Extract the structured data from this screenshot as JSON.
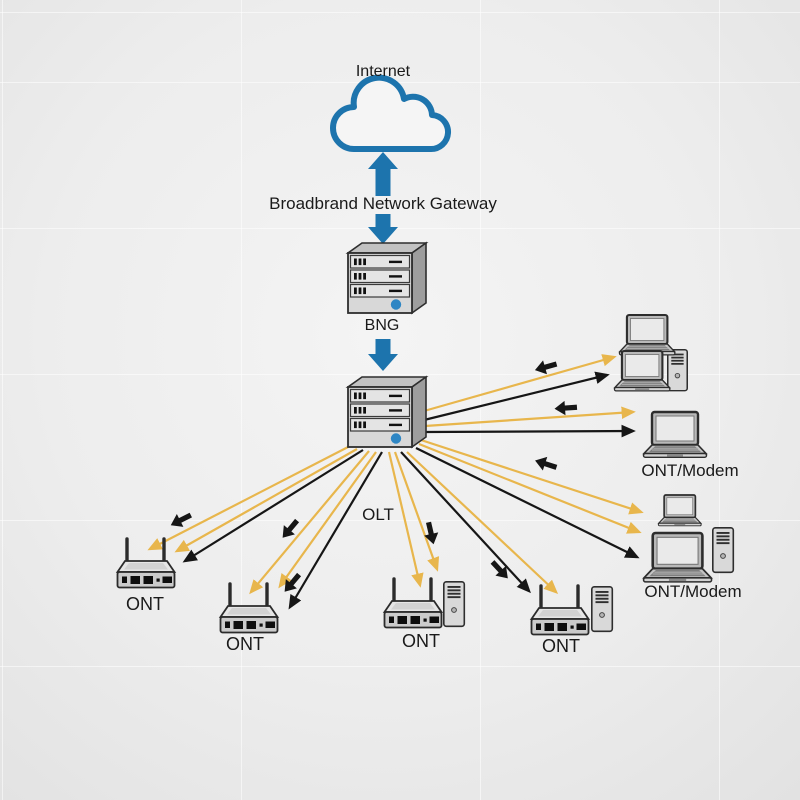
{
  "diagram": {
    "internet_label": "Internet",
    "gateway_label": "Broadbrand Network Gateway",
    "bng_label": "BNG",
    "olt_label": "OLT",
    "ont_labels": [
      "ONT",
      "ONT",
      "ONT",
      "ONT"
    ],
    "ont_modem_labels": [
      "ONT/Modem",
      "ONT/Modem"
    ]
  },
  "colors": {
    "blue": "#1d74ad",
    "blue_dot": "#2e86c4",
    "gold": "#e8b64c",
    "black": "#161616",
    "background": "#ebebeb"
  },
  "icons": {
    "internet": "cloud-icon",
    "bng": "server-icon",
    "olt": "server-icon",
    "ont": "wireless-router-icon",
    "client_pc": "tower-pc-icon",
    "client_laptop": "laptop-icon",
    "flow": "flow-arrow-icon",
    "direction": "direction-arrow-icon"
  },
  "connections": {
    "gold_links": [
      [
        424,
        411,
        614,
        357
      ],
      [
        425,
        426,
        633,
        412
      ],
      [
        421,
        440,
        641,
        512
      ],
      [
        419,
        444,
        639,
        532
      ],
      [
        350,
        446,
        150,
        549
      ],
      [
        357,
        449,
        177,
        551
      ],
      [
        369,
        451,
        251,
        592
      ],
      [
        376,
        452,
        280,
        586
      ],
      [
        389,
        452,
        420,
        585
      ],
      [
        395,
        452,
        437,
        569
      ],
      [
        407,
        452,
        556,
        592
      ]
    ],
    "black_links": [
      [
        424,
        420,
        607,
        375
      ],
      [
        425,
        432,
        633,
        431
      ],
      [
        416,
        448,
        637,
        557
      ],
      [
        363,
        450,
        185,
        561
      ],
      [
        382,
        452,
        290,
        607
      ],
      [
        401,
        452,
        529,
        591
      ]
    ],
    "direction_arrows": [
      [
        181,
        520,
        153
      ],
      [
        290,
        529,
        130
      ],
      [
        292,
        583,
        130
      ],
      [
        431,
        533,
        77
      ],
      [
        500,
        570,
        47
      ],
      [
        546,
        464,
        198
      ],
      [
        566,
        408,
        176
      ],
      [
        546,
        367,
        164
      ]
    ]
  }
}
